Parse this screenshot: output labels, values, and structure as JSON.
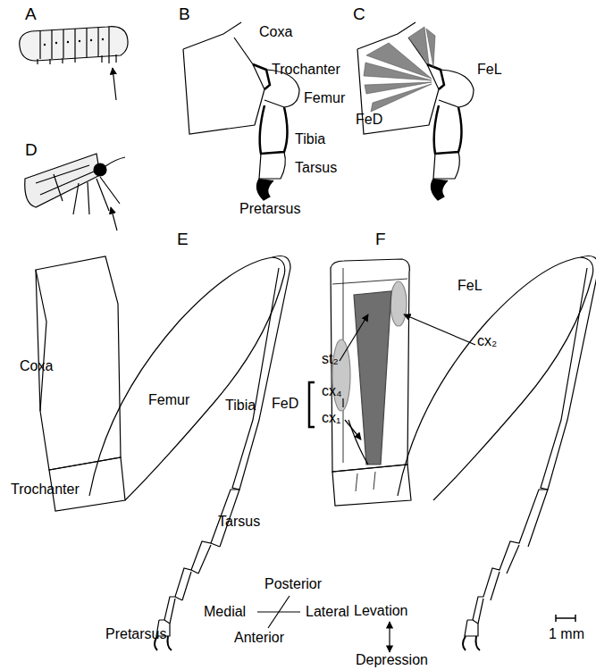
{
  "diagram": {
    "labels": [
      "A",
      "B",
      "C",
      "Coxa",
      "Trochanter",
      "Femur",
      "Tibia",
      "Tarsus",
      "Pretarsus",
      "FeL",
      "FeD",
      "D",
      "E",
      "F",
      "FeL",
      "Coxa",
      "st₂",
      "cx₂",
      "FeD",
      "cx₄",
      "cx₁",
      "Femur",
      "Tibia",
      "Trochanter",
      "Tarsus",
      "Posterior",
      "Medial",
      "Lateral",
      "Pretarsus",
      "Anterior",
      "Levation",
      "Depression",
      "1 mm"
    ]
  }
}
